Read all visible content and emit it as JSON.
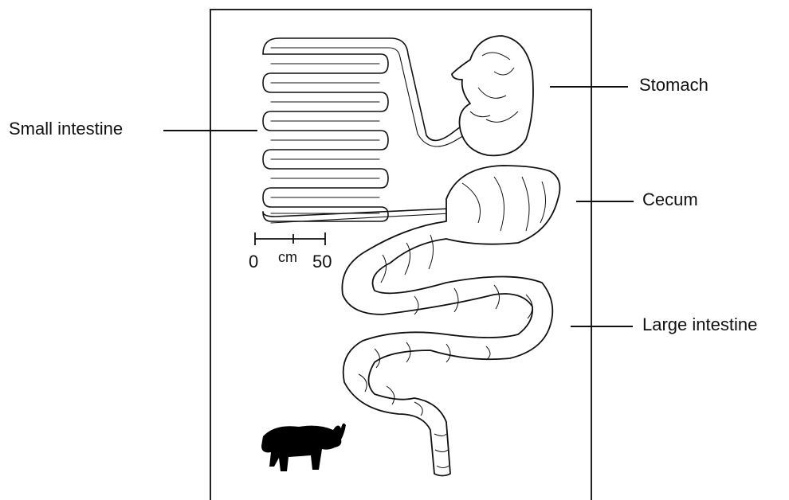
{
  "labels": {
    "small_intestine": "Small intestine",
    "stomach": "Stomach",
    "cecum": "Cecum",
    "large_intestine": "Large intestine"
  },
  "scale": {
    "start": "0",
    "unit": "cm",
    "end": "50"
  },
  "colors": {
    "ink": "#111111",
    "background": "#ffffff"
  }
}
